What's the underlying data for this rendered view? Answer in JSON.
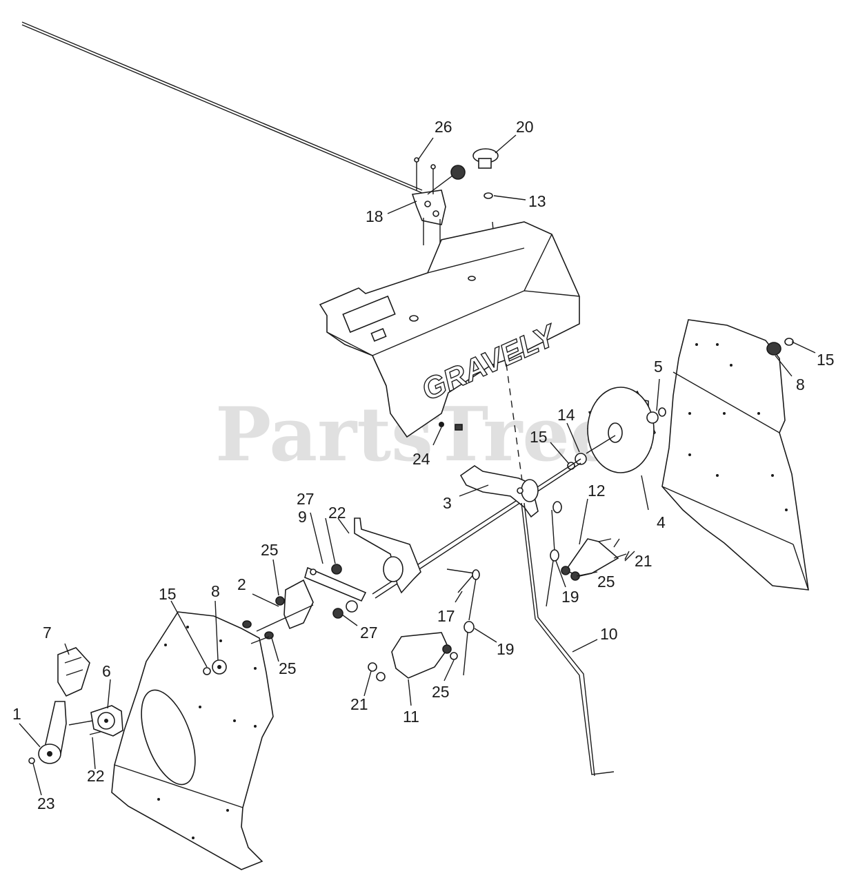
{
  "diagram": {
    "watermark": "PartsTree",
    "brand_on_panel": "GRAVELY",
    "callouts": [
      "1",
      "2",
      "3",
      "4",
      "5",
      "6",
      "7",
      "8",
      "9",
      "10",
      "11",
      "12",
      "13",
      "14",
      "15",
      "17",
      "18",
      "19",
      "20",
      "21",
      "22",
      "23",
      "24",
      "25",
      "26",
      "27"
    ]
  }
}
